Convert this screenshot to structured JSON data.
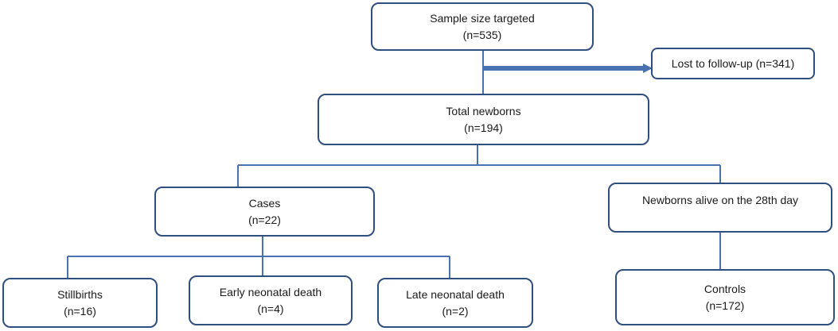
{
  "nodes": {
    "sample": {
      "title": "Sample size targeted",
      "count": "(n=535)"
    },
    "lost": {
      "title": "Lost to follow-up (n=341)"
    },
    "total": {
      "title": "Total newborns",
      "count": "(n=194)"
    },
    "cases": {
      "title": "Cases",
      "count": "(n=22)"
    },
    "alive": {
      "title": "Newborns alive on the 28th day"
    },
    "stillbirths": {
      "title": "Stillbirths",
      "count": "(n=16)"
    },
    "early": {
      "title": "Early neonatal death",
      "count": "(n=4)"
    },
    "late": {
      "title": "Late neonatal death",
      "count": "(n=2)"
    },
    "controls": {
      "title": "Controls",
      "count": "(n=172)"
    }
  },
  "colors": {
    "border": "#2f4f7f",
    "connector": "#4a72b0",
    "text": "#1a1a1a"
  }
}
